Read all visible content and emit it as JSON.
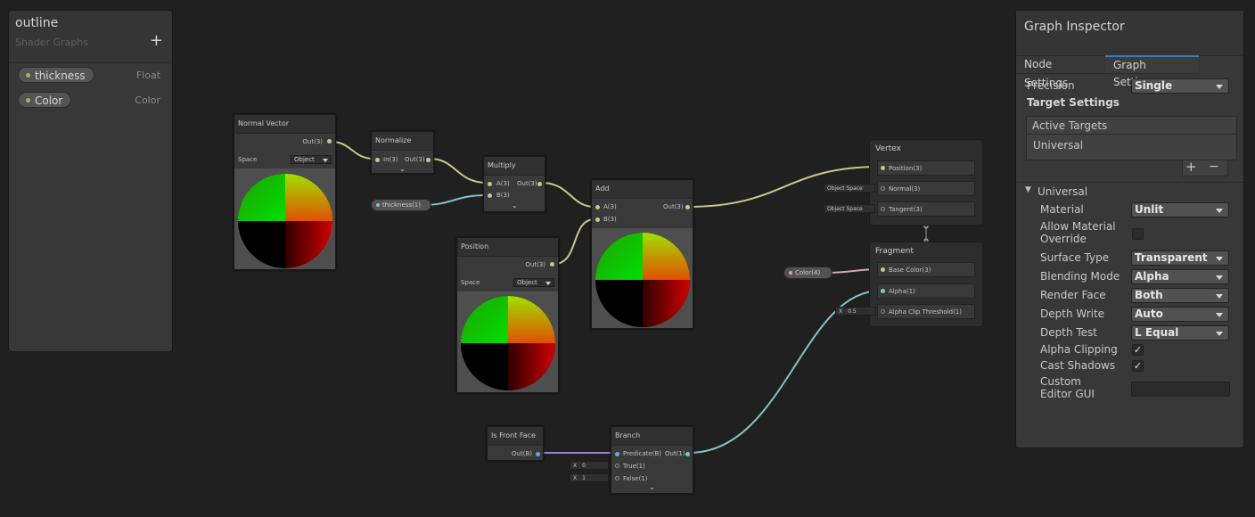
{
  "blackboard": {
    "title": "outline",
    "subtitle": "Shader Graphs",
    "add_label": "+",
    "properties": [
      {
        "name": "thickness",
        "type": "Float"
      },
      {
        "name": "Color",
        "type": "Color"
      }
    ]
  },
  "nodes": {
    "normal_vector": {
      "title": "Normal Vector",
      "out": "Out(3)",
      "space_label": "Space",
      "space_value": "Object"
    },
    "normalize": {
      "title": "Normalize",
      "in": "In(3)",
      "out": "Out(3)"
    },
    "multiply": {
      "title": "Multiply",
      "a": "A(3)",
      "b": "B(3)",
      "out": "Out(3)"
    },
    "thickness_prop": {
      "label": "thickness(1)"
    },
    "add": {
      "title": "Add",
      "a": "A(3)",
      "b": "B(3)",
      "out": "Out(3)"
    },
    "position": {
      "title": "Position",
      "out": "Out(3)",
      "space_label": "Space",
      "space_value": "Object"
    },
    "is_front_face": {
      "title": "Is Front Face",
      "out": "Out(B)"
    },
    "branch": {
      "title": "Branch",
      "predicate": "Predicate(B)",
      "true": "True(1)",
      "false": "False(1)",
      "out": "Out(1)",
      "true_x": "X",
      "true_val": "0",
      "false_x": "X",
      "false_val": "1"
    },
    "color_prop": {
      "label": "Color(4)"
    }
  },
  "master": {
    "vertex_title": "Vertex",
    "vertex_ports": [
      "Position(3)",
      "Normal(3)",
      "Tangent(3)"
    ],
    "normal_space": "Object Space",
    "tangent_space": "Object Space",
    "fragment_title": "Fragment",
    "fragment_ports": [
      "Base Color(3)",
      "Alpha(1)",
      "Alpha Clip Threshold(1)"
    ],
    "clip_x": "X",
    "clip_value": "0.5"
  },
  "inspector": {
    "title": "Graph Inspector",
    "tabs": [
      "Node Settings",
      "Graph Settings"
    ],
    "precision_label": "Precision",
    "precision_value": "Single",
    "target_settings": "Target Settings",
    "active_targets": "Active Targets",
    "target_item": "Universal",
    "add": "+",
    "remove": "−",
    "section": "Universal",
    "rows": [
      {
        "label": "Material",
        "value": "Unlit"
      },
      {
        "label": "Allow Material Override",
        "value": ""
      },
      {
        "label": "Surface Type",
        "value": "Transparent"
      },
      {
        "label": "Blending Mode",
        "value": "Alpha"
      },
      {
        "label": "Render Face",
        "value": "Both"
      },
      {
        "label": "Depth Write",
        "value": "Auto"
      },
      {
        "label": "Depth Test",
        "value": "L Equal"
      },
      {
        "label": "Alpha Clipping",
        "value": "✓"
      },
      {
        "label": "Cast Shadows",
        "value": "✓"
      },
      {
        "label": "Custom Editor GUI",
        "value": ""
      }
    ]
  },
  "colors": {
    "accent": "#3a79bb",
    "vector_wire": "#c8c98a",
    "float_wire": "#84c4c8",
    "bool_wire": "#9a7fd0",
    "color_wire": "#d7a7b4"
  }
}
